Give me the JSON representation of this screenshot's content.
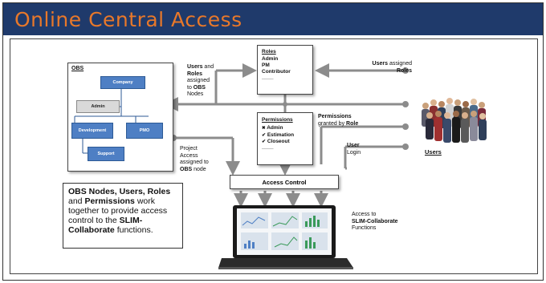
{
  "title": "Online Central Access",
  "obs": {
    "heading": "OBS",
    "nodes": {
      "company": "Company",
      "admin": "Admin",
      "development": "Development",
      "pmo": "PMO",
      "support": "Support"
    }
  },
  "roles": {
    "heading": "Roles",
    "items": [
      "Admin",
      "PM",
      "Contributor",
      "____"
    ]
  },
  "permissions": {
    "heading": "Permissions",
    "items": [
      "Admin",
      "Estimation",
      "Closeout",
      "____"
    ]
  },
  "access_control": "Access Control",
  "users": "Users",
  "labels": {
    "users_roles_obs": {
      "a": "Users",
      "b": "and",
      "c": "Roles",
      "d": "assigned",
      "e": "to",
      "f": "OBS",
      "g": "Nodes"
    },
    "users_assigned_roles": {
      "a": "Users",
      "b": "assigned",
      "c": "Roles"
    },
    "perm_by_role": {
      "a": "Permissions",
      "b": "granted by",
      "c": "Role"
    },
    "user_login": {
      "a": "User",
      "b": "Login"
    },
    "project_access": {
      "a": "Project",
      "b": "Access",
      "c": "assigned to",
      "d": "OBS",
      "e": "node"
    },
    "access_functions": {
      "a": "Access to",
      "b": "SLIM-Collaborate",
      "c": "Functions"
    }
  },
  "note": {
    "p1": "OBS Nodes, Users, Roles",
    "p2": "and",
    "p3": "Permissions",
    "p4": "work together to provide access control to the",
    "p5": "SLIM-Collaborate",
    "p6": "functions."
  },
  "colors": {
    "title_bar": "#1f3a6b",
    "title_text": "#e8782a",
    "obs_node": "#4e7fc4",
    "connector": "#8c8c8c"
  },
  "icons": {
    "check": "✔",
    "x": "✖"
  }
}
